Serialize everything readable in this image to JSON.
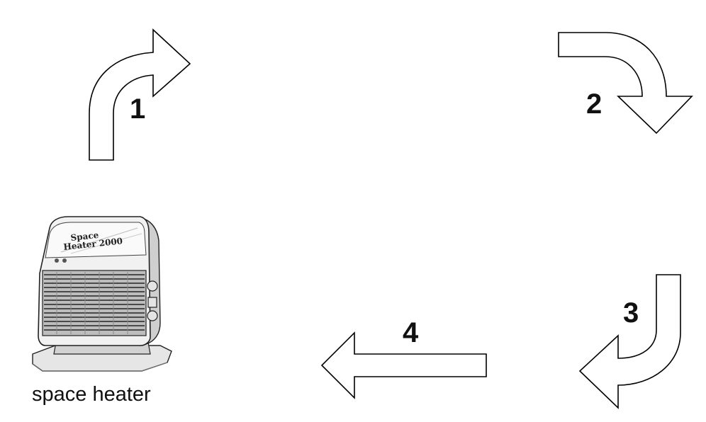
{
  "steps": [
    {
      "number": "1"
    },
    {
      "number": "2"
    },
    {
      "number": "3"
    },
    {
      "number": "4"
    }
  ],
  "heater": {
    "caption": "space heater",
    "brand_line1": "Space",
    "brand_line2": "Heater 2000"
  }
}
